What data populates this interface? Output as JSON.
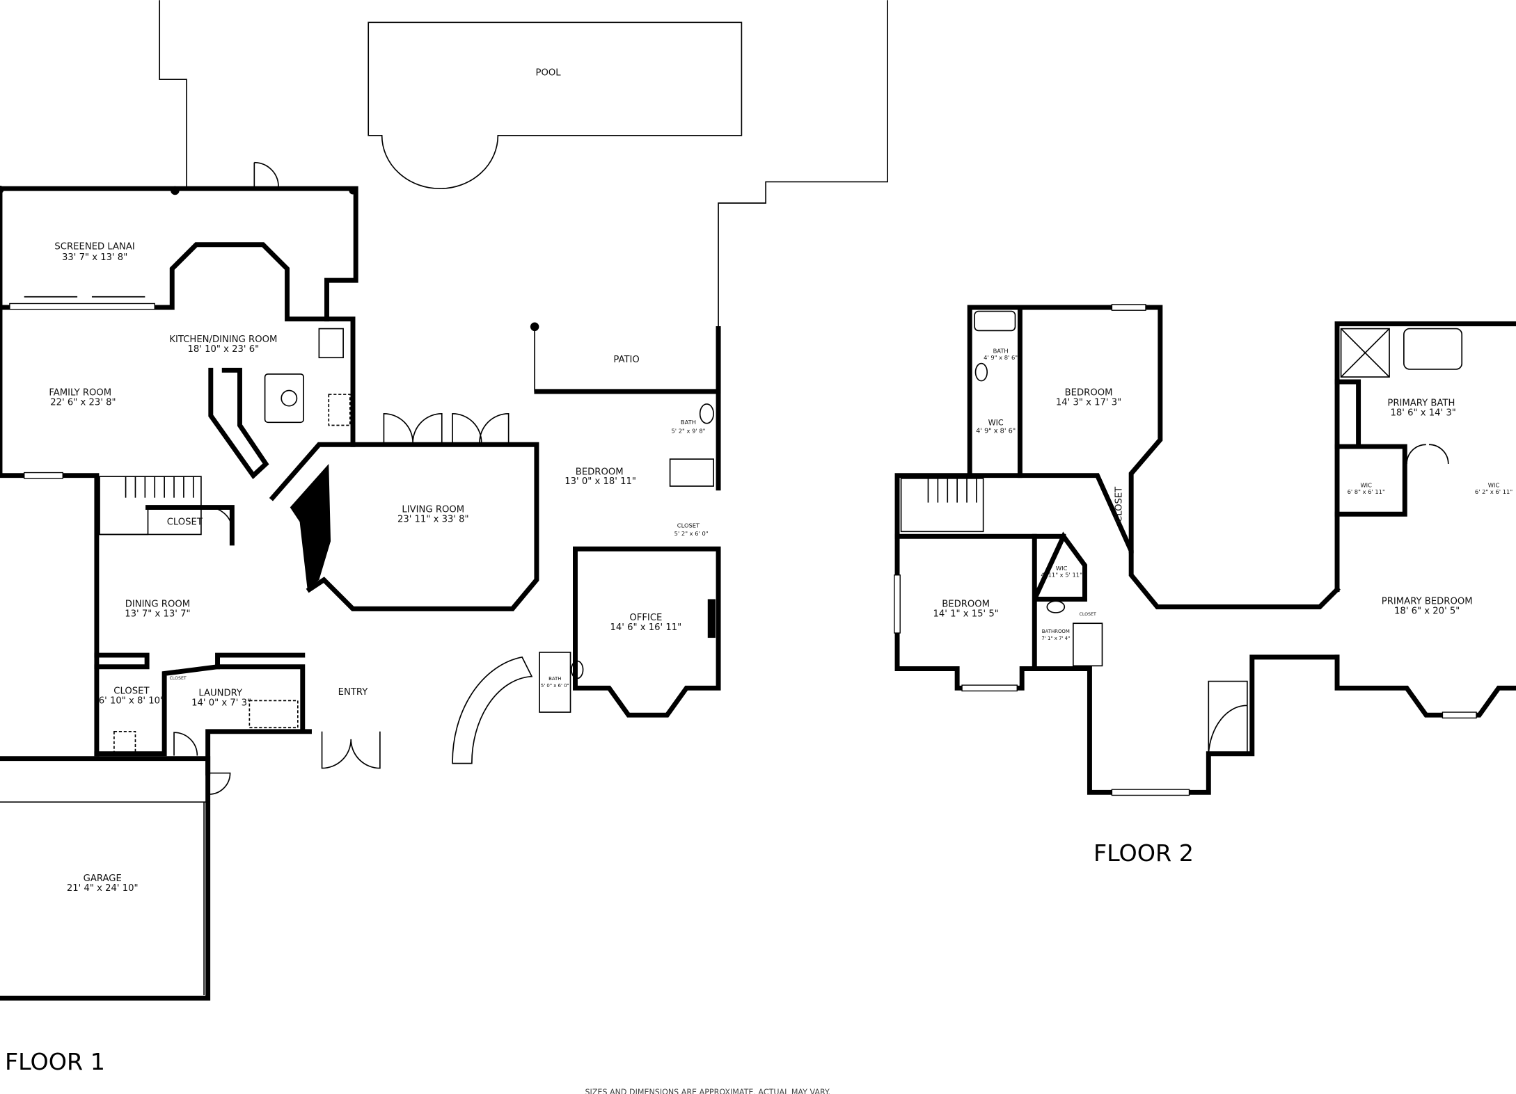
{
  "floor1": {
    "title": "FLOOR 1",
    "rooms": [
      {
        "name": "POOL",
        "dims": ""
      },
      {
        "name": "SCREENED LANAI",
        "dims": "33' 7\" x 13' 8\""
      },
      {
        "name": "KITCHEN/DINING ROOM",
        "dims": "18' 10\" x 23' 6\""
      },
      {
        "name": "FAMILY ROOM",
        "dims": "22' 6\" x 23' 8\""
      },
      {
        "name": "PATIO",
        "dims": ""
      },
      {
        "name": "BEDROOM",
        "dims": "13' 0\" x 18' 11\""
      },
      {
        "name": "BATH",
        "dims": "5' 2\" x 9' 8\""
      },
      {
        "name": "CLOSET",
        "dims": "5' 2\" x 6' 0\""
      },
      {
        "name": "LIVING ROOM",
        "dims": "23' 11\" x 33' 8\""
      },
      {
        "name": "CLOSET",
        "dims": ""
      },
      {
        "name": "DINING ROOM",
        "dims": "13' 7\" x 13' 7\""
      },
      {
        "name": "OFFICE",
        "dims": "14' 6\" x 16' 11\""
      },
      {
        "name": "CLOSET",
        "dims": "6' 10\" x 8' 10\""
      },
      {
        "name": "CLOSET",
        "dims": ""
      },
      {
        "name": "LAUNDRY",
        "dims": "14' 0\" x 7' 3\""
      },
      {
        "name": "ENTRY",
        "dims": ""
      },
      {
        "name": "BATH",
        "dims": "5' 0\" x 6' 0\""
      },
      {
        "name": "GARAGE",
        "dims": "21' 4\" x 24' 10\""
      }
    ]
  },
  "floor2": {
    "title": "FLOOR 2",
    "rooms": [
      {
        "name": "BATH",
        "dims": "4' 9\" x 8' 6\""
      },
      {
        "name": "BEDROOM",
        "dims": "14' 3\" x 17' 3\""
      },
      {
        "name": "WIC",
        "dims": "4' 9\" x 8' 6\""
      },
      {
        "name": "CLOSET",
        "dims": ""
      },
      {
        "name": "PRIMARY BATH",
        "dims": "18' 6\" x 14' 3\""
      },
      {
        "name": "WIC",
        "dims": "6' 8\" x 6' 11\""
      },
      {
        "name": "WIC",
        "dims": "6' 2\" x 6' 11\""
      },
      {
        "name": "WIC",
        "dims": "4' 11\" x 5' 11\""
      },
      {
        "name": "BEDROOM",
        "dims": "14' 1\" x 15' 5\""
      },
      {
        "name": "CLOSET",
        "dims": ""
      },
      {
        "name": "BATHROOM",
        "dims": "7' 1\" x 7' 4\""
      },
      {
        "name": "PRIMARY BEDROOM",
        "dims": "18' 6\" x 20' 5\""
      }
    ]
  },
  "disclaimer": "SIZES AND DIMENSIONS ARE APPROXIMATE, ACTUAL MAY VARY."
}
